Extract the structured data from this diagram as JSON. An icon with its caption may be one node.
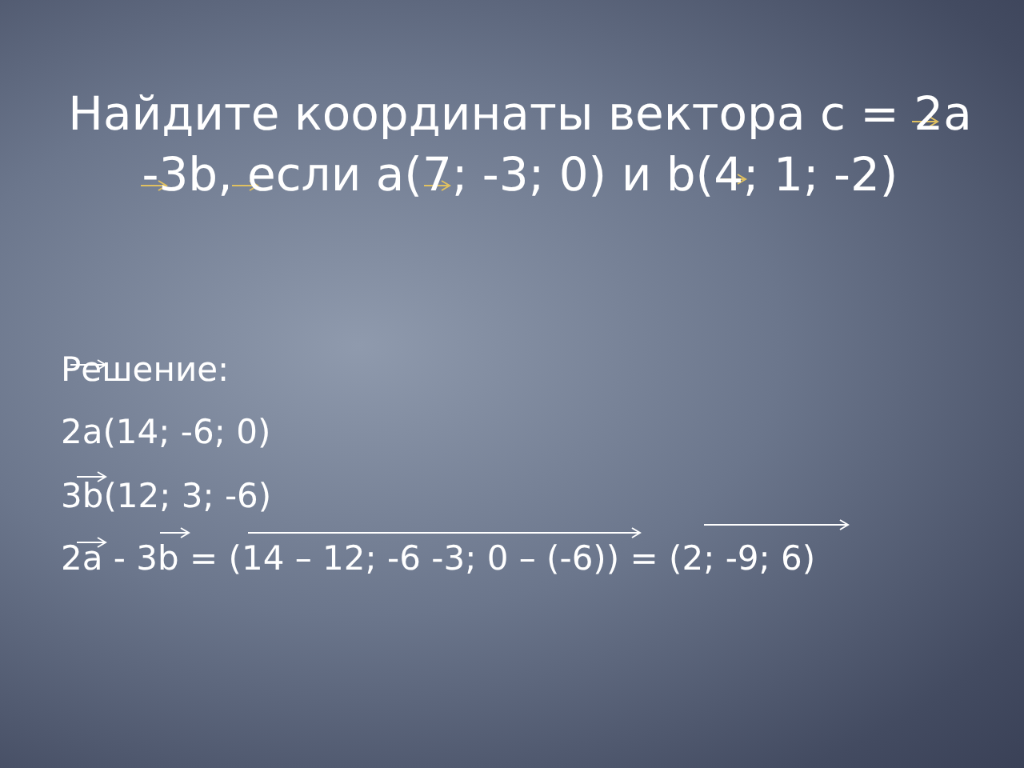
{
  "diagram": {
    "title": "Найдите координаты вектора c = 2a -3b, если a(7; -3; 0) и b(4; 1; -2)",
    "labels": [
      "Решение:",
      "2a(14; -6; 0)",
      "3b(12; 3; -6)",
      "2a - 3b = (14 – 12; -6 -3; 0 – (-6)) = (2; -9; 6)"
    ]
  }
}
